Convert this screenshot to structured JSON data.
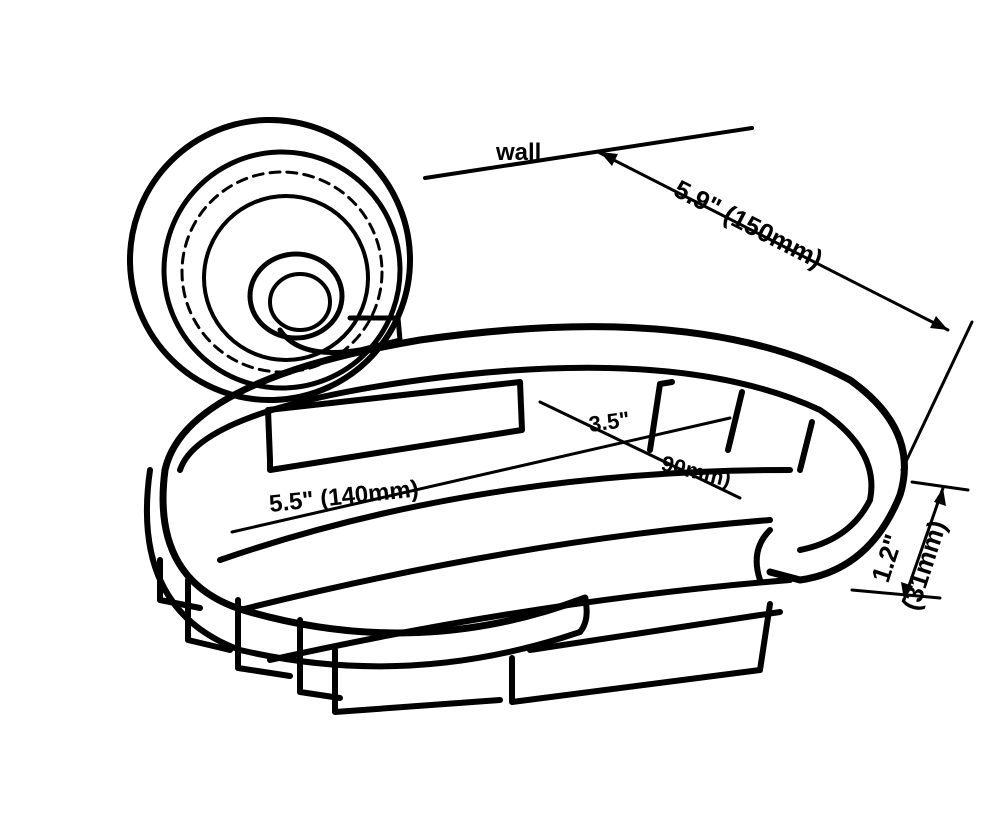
{
  "labels": {
    "wall": "wall",
    "depth": "5.9\" (150mm)",
    "width": "5.5\" (140mm)",
    "inner_depth_in": "3.5\"",
    "inner_depth_mm": "90mm)",
    "height_in": "1.2\"",
    "height_mm": "(31mm)"
  },
  "colors": {
    "ink": "#000000",
    "background": "#ffffff"
  }
}
